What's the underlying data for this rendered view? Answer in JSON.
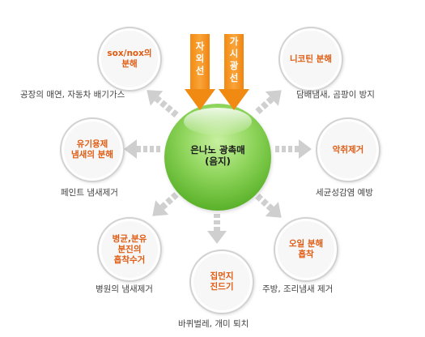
{
  "beams": [
    {
      "label": "자외선"
    },
    {
      "label": "가시광선"
    }
  ],
  "center": {
    "label": "은나노 광촉매\n(음지)"
  },
  "nodes": [
    {
      "id": "sox",
      "label": "sox/nox의\n분해",
      "caption": "공장의 매연, 자동차 배기가스"
    },
    {
      "id": "nicotine",
      "label": "니코틴 분해",
      "caption": "담배냄새, 곰팡이 방지"
    },
    {
      "id": "voc",
      "label": "유기용제\n냄새의 분해",
      "caption": "페인트 냄새제거"
    },
    {
      "id": "odor",
      "label": "악취제거",
      "caption": "세균성감염 예방"
    },
    {
      "id": "germ",
      "label": "병균,분유\n분진의\n흡착수거",
      "caption": "병원의 냄새제거"
    },
    {
      "id": "mite",
      "label": "집먼지\n진드기",
      "caption": "바퀴벌레, 개미 퇴치"
    },
    {
      "id": "kitchen",
      "label": "오일 분해\n흡착",
      "caption": "주방, 조리냄새 제거"
    }
  ],
  "colors": {
    "node_text": "#e05a10",
    "beam": "#f08a12",
    "sphere": "#7cc94a",
    "arrow": "#d0d0d0"
  }
}
